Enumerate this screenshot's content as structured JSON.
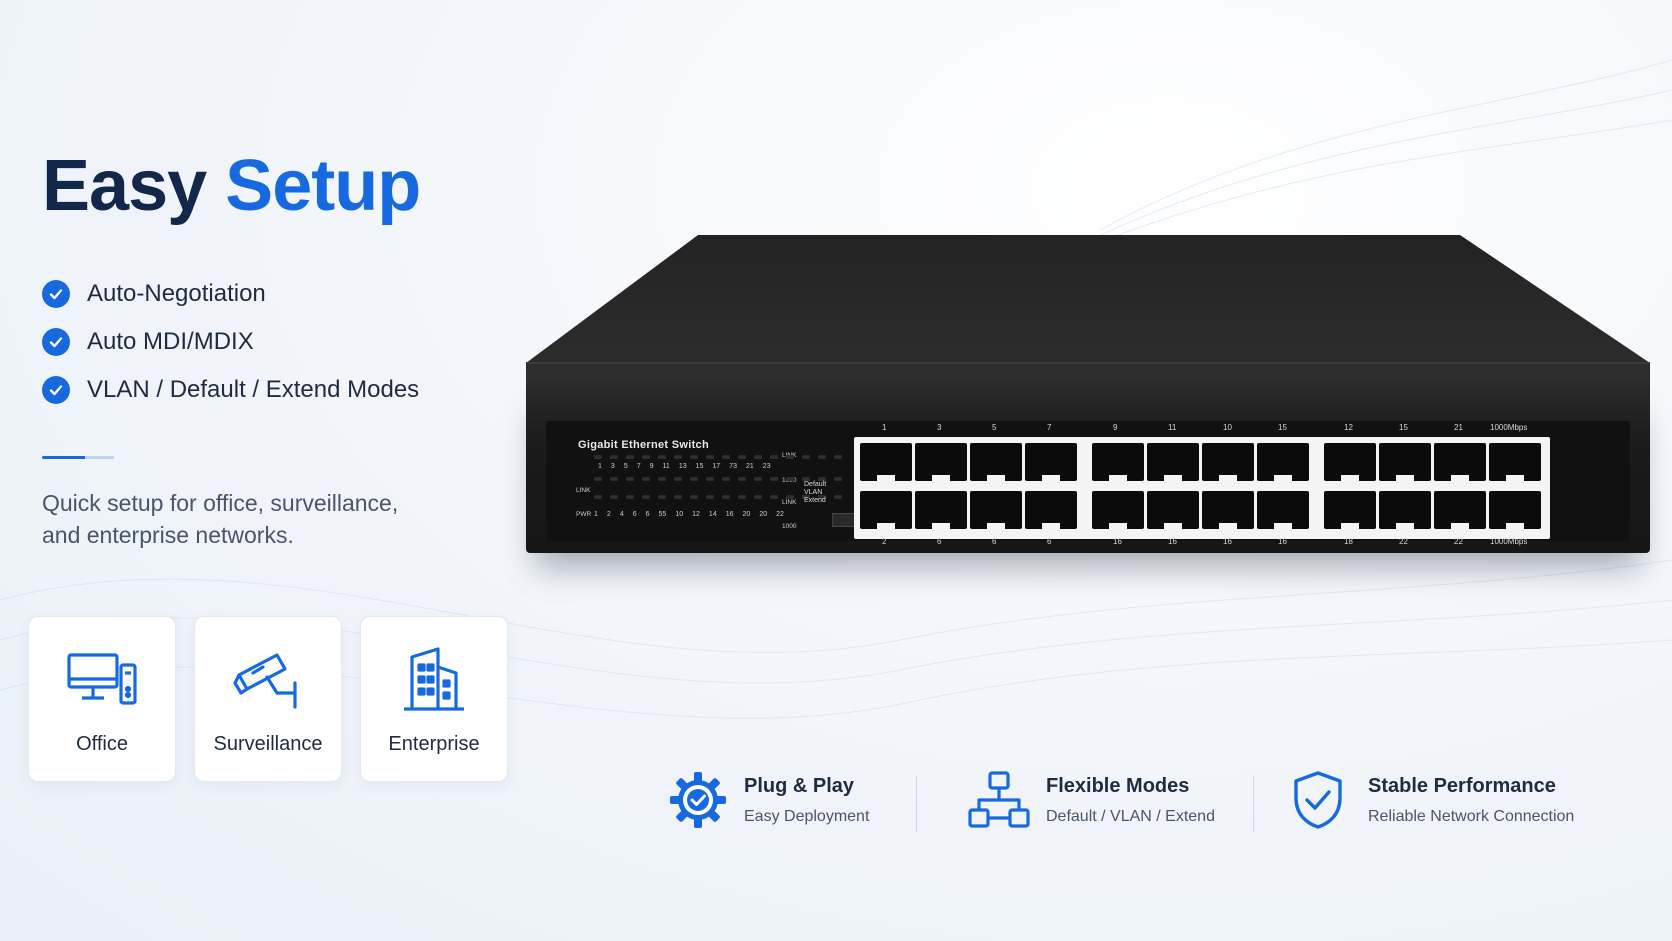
{
  "headline": {
    "part1": "Easy",
    "part2": "Setup"
  },
  "features": [
    {
      "label": "Auto-Negotiation",
      "icon": "check-circle-icon"
    },
    {
      "label": "Auto MDI/MDIX",
      "icon": "check-circle-icon"
    },
    {
      "label": "VLAN / Default / Extend Modes",
      "icon": "check-circle-icon"
    }
  ],
  "description": {
    "line1": "Quick setup for office, surveillance,",
    "line2": "and enterprise networks."
  },
  "use_cases": [
    {
      "label": "Office",
      "icon": "desktop-computer-icon"
    },
    {
      "label": "Surveillance",
      "icon": "security-camera-icon"
    },
    {
      "label": "Enterprise",
      "icon": "office-building-icon"
    }
  ],
  "product": {
    "model_label": "Gigabit Ethernet Switch",
    "speed_label_top": "1000Mbps",
    "speed_label_bottom": "1000Mbps",
    "led_labels": {
      "link_top": "LINK",
      "link_left": "LINK",
      "pwr": "PWR",
      "ten": "1000",
      "row3": "LINK",
      "row4": "1000"
    },
    "led_top_numbers": [
      "1",
      "3",
      "5",
      "7",
      "9",
      "11",
      "13",
      "15",
      "17",
      "73",
      "21",
      "23"
    ],
    "led_bottom_numbers": [
      "1",
      "2",
      "4",
      "6",
      "6",
      "55",
      "10",
      "12",
      "14",
      "16",
      "20",
      "20",
      "22"
    ],
    "mode_switch": [
      "Default",
      "VLAN",
      "Extend"
    ],
    "port_numbers_top": [
      "1",
      "3",
      "5",
      "7",
      "9",
      "11",
      "10",
      "15",
      "12",
      "15",
      "21"
    ],
    "port_numbers_bottom": [
      "2",
      "6",
      "6",
      "6",
      "16",
      "16",
      "16",
      "16",
      "18",
      "22",
      "22"
    ]
  },
  "highlights": [
    {
      "title": "Plug & Play",
      "subtitle": "Easy Deployment",
      "icon": "gear-check-icon"
    },
    {
      "title": "Flexible Modes",
      "subtitle": "Default / VLAN / Extend",
      "icon": "network-topology-icon"
    },
    {
      "title": "Stable Performance",
      "subtitle": "Reliable Network Connection",
      "icon": "shield-check-icon"
    }
  ],
  "colors": {
    "accent": "#1769e0",
    "heading": "#13274a",
    "text": "#1f2b40",
    "muted": "#4a5568"
  }
}
